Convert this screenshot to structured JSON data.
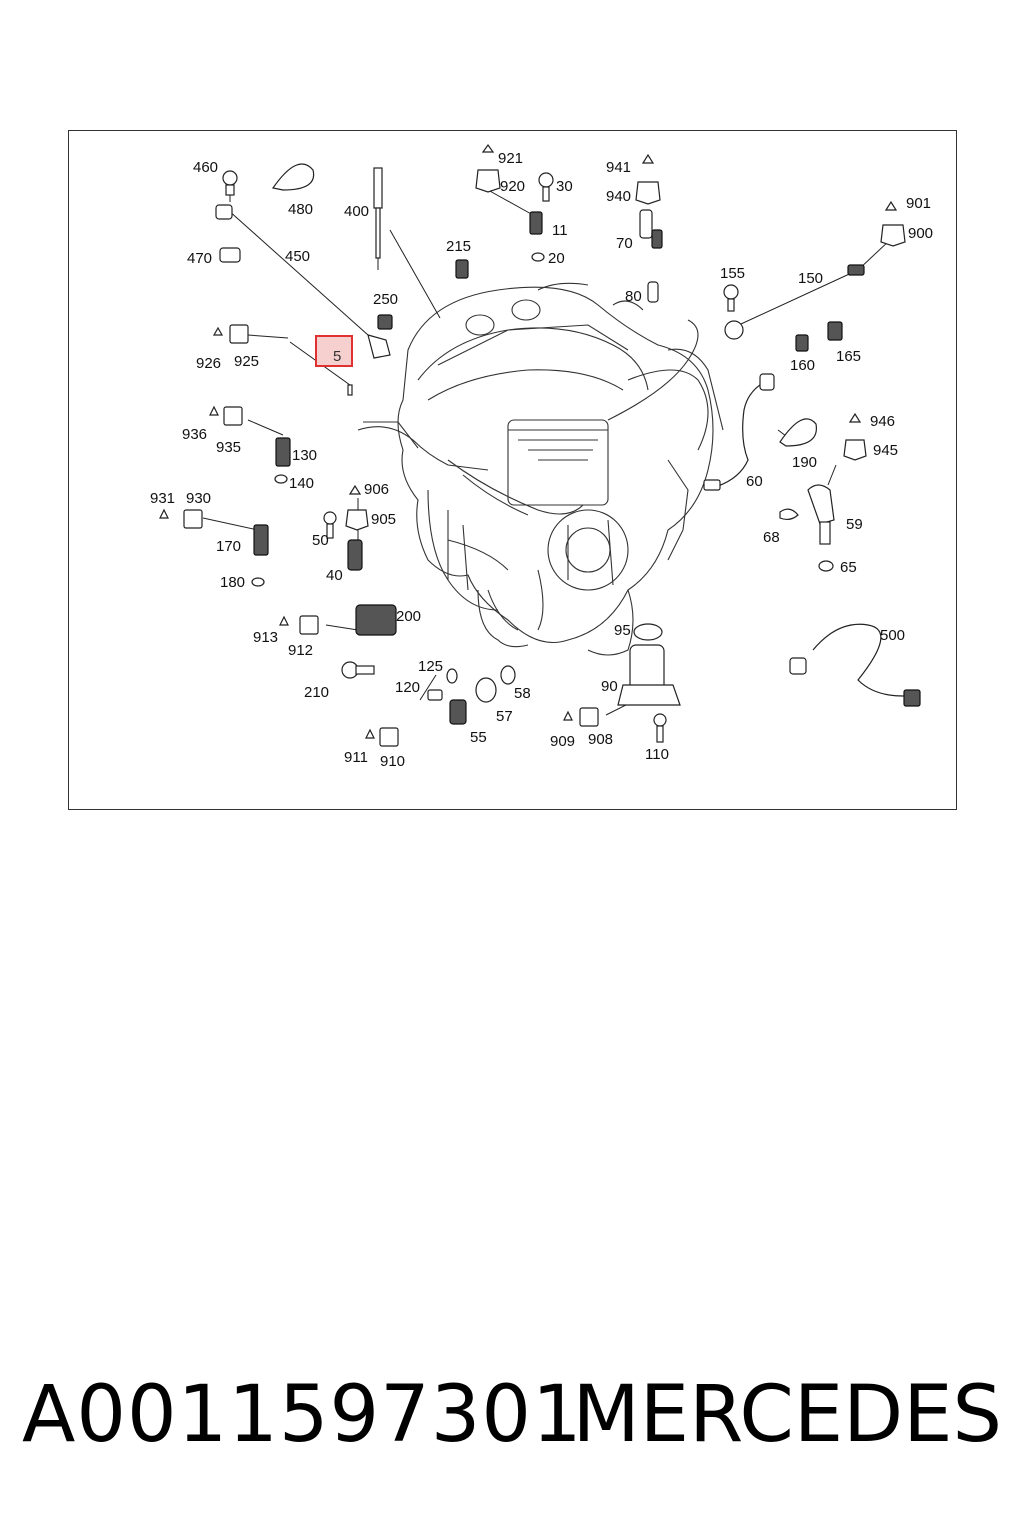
{
  "diagram": {
    "highlight_color": "#e03030",
    "highlight_fill": "#f6cfcf",
    "highlighted_label": "5",
    "labels": [
      "460",
      "480",
      "400",
      "921",
      "920",
      "30",
      "941",
      "940",
      "901",
      "900",
      "470",
      "450",
      "215",
      "11",
      "20",
      "70",
      "155",
      "150",
      "250",
      "80",
      "926",
      "925",
      "5",
      "160",
      "165",
      "936",
      "935",
      "130",
      "140",
      "190",
      "946",
      "945",
      "60",
      "906",
      "905",
      "931",
      "930",
      "170",
      "180",
      "50",
      "40",
      "68",
      "59",
      "65",
      "200",
      "913",
      "912",
      "95",
      "500",
      "125",
      "210",
      "120",
      "58",
      "90",
      "57",
      "55",
      "909",
      "908",
      "911",
      "910",
      "110"
    ]
  },
  "footer": {
    "part_number": "A0011597301",
    "brand": "MERCEDES"
  }
}
